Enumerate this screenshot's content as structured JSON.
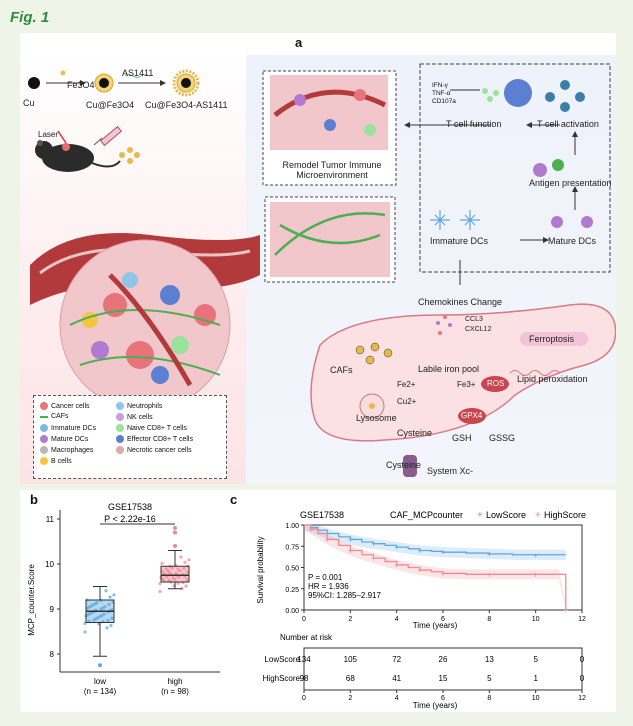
{
  "figure": {
    "title": "Fig. 1",
    "panel_a": "a",
    "panel_b": "b",
    "panel_c": "c"
  },
  "panel_a": {
    "synthesis": {
      "cu": "Cu",
      "fe3o4": "Fe3O4",
      "cu_fe3o4": "Cu@Fe3O4",
      "as1411": "AS1411",
      "final": "Cu@Fe3O4-AS1411"
    },
    "laser": "Laser",
    "remodel": "Remodel Tumor Immune Microenvironment",
    "tcell_markers": [
      "IFN-γ",
      "TNF-α",
      "CD107a"
    ],
    "tcell_function": "T cell function",
    "tcell_activation": "T cell activation",
    "antigen_presentation": "Antigen presentation",
    "immature_dcs": "Immature DCs",
    "mature_dcs": "Mature DCs",
    "chemokines_change": "Chemokines Change",
    "ccl3": "CCL3",
    "cxcl12": "CXCL12",
    "cafs": "CAFs",
    "labile_iron_pool": "Labile iron pool",
    "ferroptosis": "Ferroptosis",
    "fe2": "Fe2+",
    "fe3": "Fe3+",
    "ros": "ROS",
    "lipid_peroxidation": "Lipid peroxidation",
    "cu2": "Cu2+",
    "lysosome": "Lysosome",
    "gpx4": "GPX4",
    "cysteine": "Cysteine",
    "gsh": "GSH",
    "gssg": "GSSG",
    "cysteine2": "Cysteine",
    "system_xc": "System Xc-",
    "legend": [
      {
        "label": "Cancer cells",
        "color": "#e8737a"
      },
      {
        "label": "CAFs",
        "color": "#4caf50"
      },
      {
        "label": "Immature DCs",
        "color": "#7ab8e6"
      },
      {
        "label": "Mature DCs",
        "color": "#b07ad0"
      },
      {
        "label": "Macrophages",
        "color": "#b8b8b8"
      },
      {
        "label": "B cells",
        "color": "#f5c542"
      },
      {
        "label": "Neutrophils",
        "color": "#8fc6e8"
      },
      {
        "label": "NK cells",
        "color": "#c9a0dc"
      },
      {
        "label": "Naive CD8+ T cells",
        "color": "#9be29b"
      },
      {
        "label": "Effector CD8+ T cells",
        "color": "#5b7fd1"
      },
      {
        "label": "Necrotic cancer cells",
        "color": "#e0a8a8"
      }
    ]
  },
  "chart_data": [
    {
      "type": "box",
      "title": "GSE17538",
      "subtitle": "P < 2.22e-16",
      "ylabel": "MCP_counter.Score",
      "categories": [
        "low",
        "high"
      ],
      "category_counts": [
        "(n = 134)",
        "(n = 98)"
      ],
      "ylim": [
        7.6,
        11.2
      ],
      "yticks": [
        8,
        9,
        10,
        11
      ],
      "series": [
        {
          "name": "low",
          "color": "#5ea8e0",
          "q1": 8.7,
          "median": 8.95,
          "q3": 9.2,
          "whisker_low": 7.95,
          "whisker_high": 9.5,
          "outliers": [
            7.75
          ]
        },
        {
          "name": "high",
          "color": "#f08a92",
          "q1": 9.6,
          "median": 9.75,
          "q3": 9.95,
          "whisker_low": 9.45,
          "whisker_high": 10.3,
          "outliers": [
            10.7,
            10.8,
            10.4
          ]
        }
      ]
    },
    {
      "type": "line",
      "title": "GSE17538",
      "legend_title": "CAF_MCPcounter",
      "xlabel": "Time (years)",
      "ylabel": "Survival probability",
      "xlim": [
        0,
        12
      ],
      "ylim": [
        0,
        1
      ],
      "xticks": [
        0,
        2,
        4,
        6,
        8,
        10,
        12
      ],
      "yticks": [
        0,
        0.25,
        0.5,
        0.75,
        1
      ],
      "ytick_labels": [
        "0.00",
        "0.25",
        "0.50",
        "0.75",
        "1.00"
      ],
      "annotations": [
        "P = 0.001",
        "HR = 1.936",
        "95%CI: 1.285–2.917"
      ],
      "series": [
        {
          "name": "LowScore",
          "color": "#5ea8e0",
          "x": [
            0,
            0.3,
            0.6,
            1,
            1.5,
            2,
            2.5,
            3,
            3.5,
            4,
            4.5,
            5,
            5.5,
            6,
            7,
            8,
            9,
            10,
            11.3
          ],
          "y": [
            1,
            0.97,
            0.94,
            0.9,
            0.86,
            0.83,
            0.8,
            0.78,
            0.76,
            0.74,
            0.72,
            0.7,
            0.69,
            0.68,
            0.67,
            0.66,
            0.65,
            0.65,
            0.65
          ]
        },
        {
          "name": "HighScore",
          "color": "#f08a92",
          "x": [
            0,
            0.3,
            0.6,
            1,
            1.5,
            2,
            2.5,
            3,
            3.5,
            4,
            4.5,
            5,
            5.5,
            6,
            7,
            8,
            9,
            10,
            11,
            11.3
          ],
          "y": [
            1,
            0.95,
            0.9,
            0.83,
            0.76,
            0.7,
            0.65,
            0.61,
            0.57,
            0.53,
            0.5,
            0.47,
            0.45,
            0.43,
            0.42,
            0.42,
            0.42,
            0.42,
            0.42,
            0.0
          ]
        }
      ]
    },
    {
      "type": "table",
      "title": "Number at risk",
      "xlabel": "Time (years)",
      "xticks": [
        0,
        2,
        4,
        6,
        8,
        10,
        12
      ],
      "rows": [
        {
          "name": "LowScore",
          "values": [
            134,
            105,
            72,
            26,
            13,
            5,
            0
          ]
        },
        {
          "name": "HighScore",
          "values": [
            98,
            68,
            41,
            15,
            5,
            1,
            0
          ]
        }
      ]
    }
  ]
}
